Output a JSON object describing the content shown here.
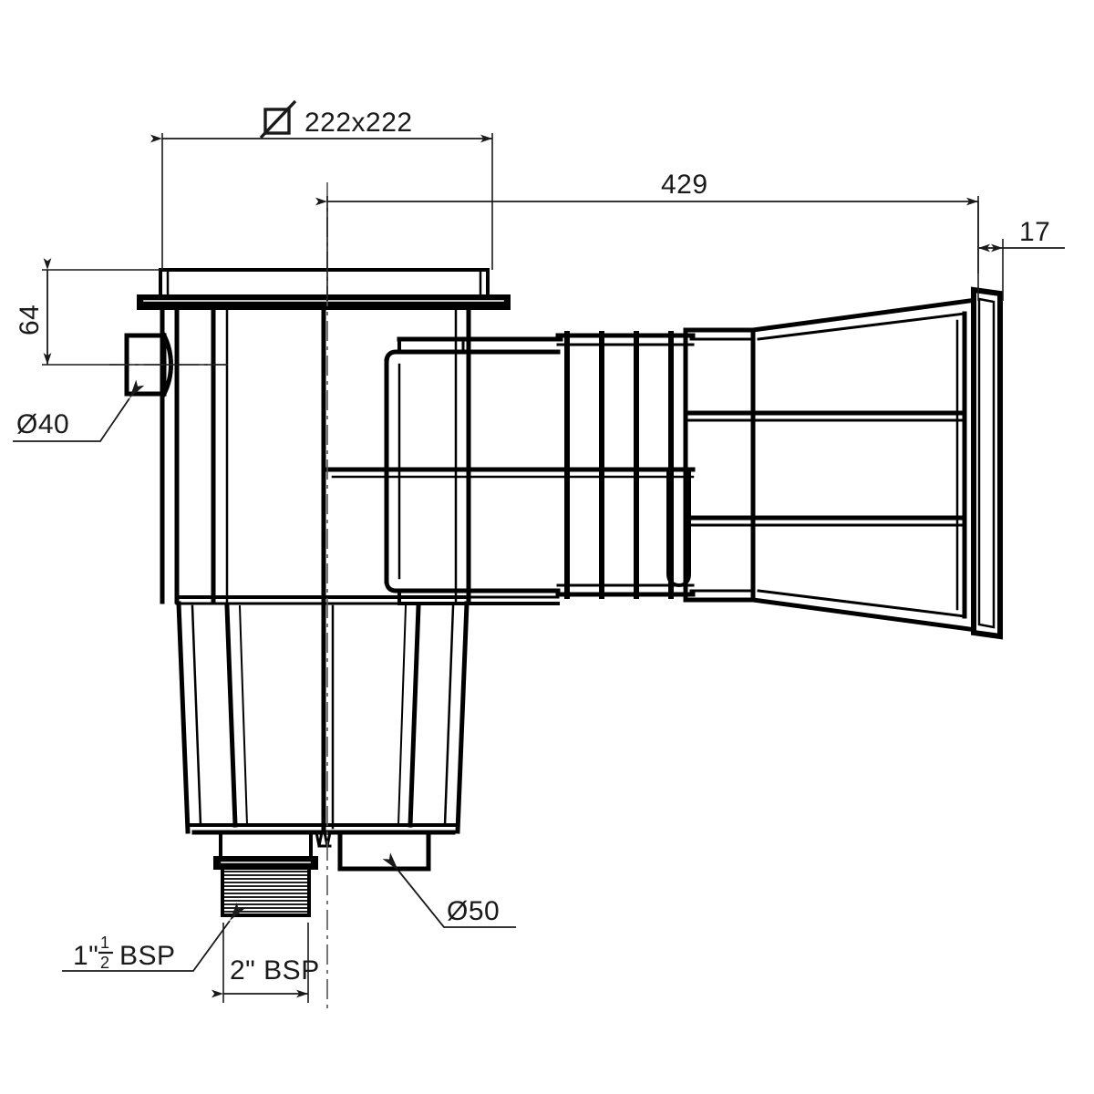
{
  "drawing": {
    "title": "Pool skimmer technical cross-section drawing",
    "type": "engineering-line-drawing",
    "background_color": "#ffffff",
    "line_color": "#000000",
    "dim_line_color": "#1a1a1a",
    "units": "mm (unless marked otherwise)"
  },
  "dimensions": {
    "top_width": {
      "label": "222x222",
      "symbol": "square-with-slash",
      "orientation": "horizontal",
      "value": "222x222"
    },
    "overall_length": {
      "label": "429",
      "orientation": "horizontal",
      "value": "429"
    },
    "faceplate_thickness": {
      "label": "17",
      "orientation": "horizontal",
      "value": "17"
    },
    "inlet_height": {
      "label": "64",
      "orientation": "vertical-rotated",
      "value": "64"
    },
    "bottom_thread_width": {
      "label": "2\" BSP",
      "orientation": "horizontal",
      "value": "2\" BSP"
    }
  },
  "callouts": {
    "inlet_port": {
      "label": "Ø40",
      "leader": "points up-right to the side inlet port"
    },
    "outlet_port": {
      "label": "Ø50",
      "leader": "points up-left to the bottom right outlet spigot"
    },
    "thread_spec": {
      "label_prefix": "1\"",
      "fraction_numerator": "1",
      "fraction_denominator": "2",
      "label_suffix": "BSP",
      "full_label": "1\"1/2 BSP",
      "leader": "points up-right to the threaded bottom drain"
    }
  },
  "parts": [
    {
      "name": "top-collar-lid",
      "description": "Rectangular top lid ring with wide flange"
    },
    {
      "name": "skimmer-body-upper",
      "description": "Straight-walled upper body box"
    },
    {
      "name": "skimmer-body-lower",
      "description": "Tapered lower body / basket well"
    },
    {
      "name": "side-inlet-port",
      "description": "Ø40 equalizer port on the left wall"
    },
    {
      "name": "weir-flap-housing",
      "description": "Internal weir / flap door assembly"
    },
    {
      "name": "throat-ribs",
      "description": "Vertical reinforcing ribs along the throat"
    },
    {
      "name": "throat-taper",
      "description": "Conical flared throat toward the faceplate"
    },
    {
      "name": "faceplate",
      "description": "Front rectangular faceplate, 17 thick"
    },
    {
      "name": "bottom-threaded-drain",
      "description": "Threaded 1\"1/2 BSP bottom drain"
    },
    {
      "name": "bottom-outlet-spigot",
      "description": "Ø50 suction outlet spigot"
    },
    {
      "name": "centerline",
      "description": "Dash-dot axis centerlines"
    }
  ]
}
